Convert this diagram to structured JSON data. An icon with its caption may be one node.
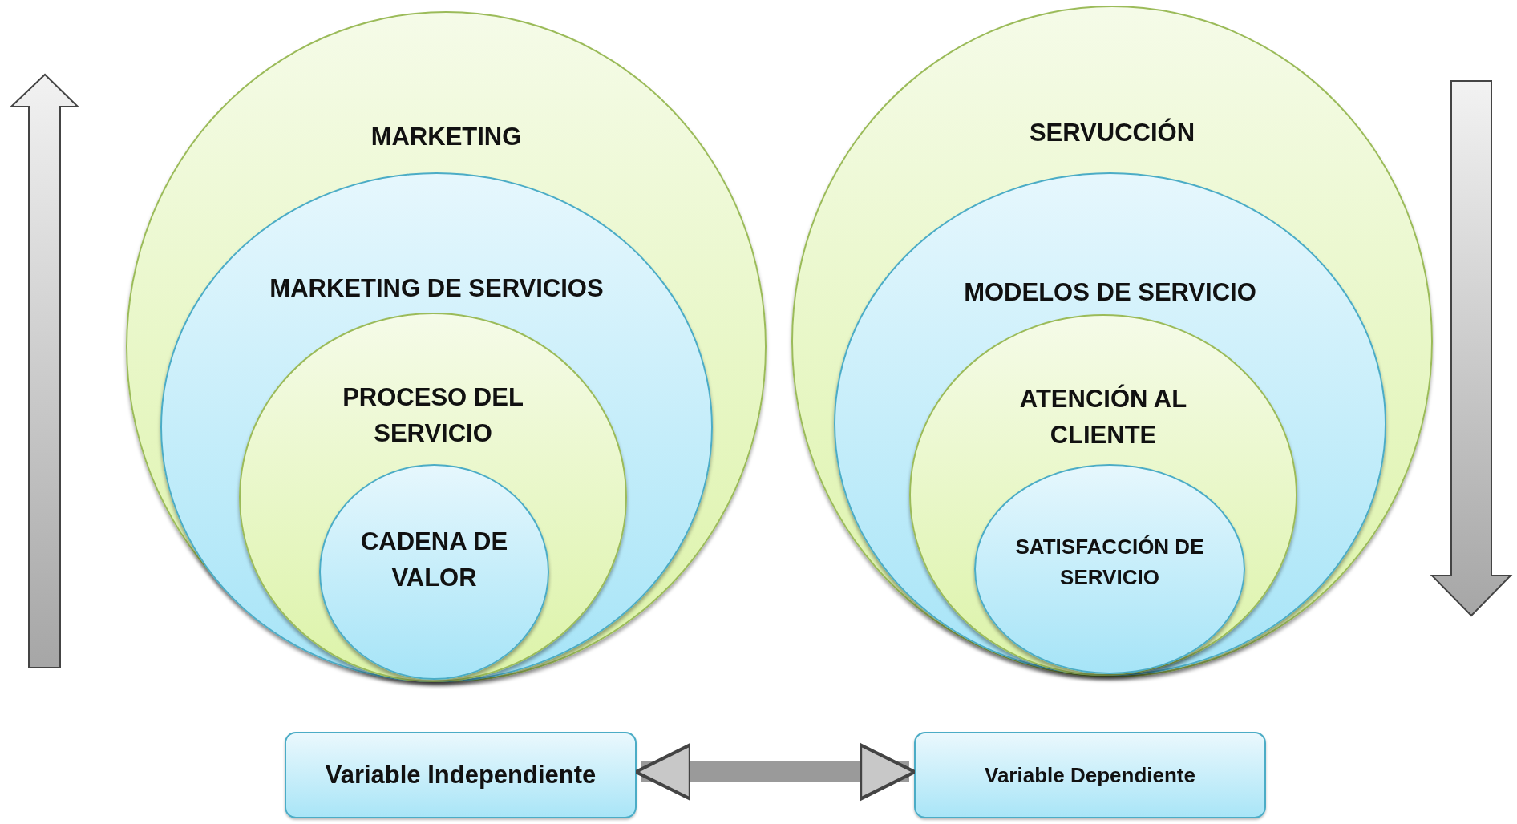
{
  "diagram": {
    "nodes": [
      {
        "text": [
          "MARKETING"
        ]
      },
      {
        "text": [
          "MARKETING DE SERVICIOS"
        ],
        "in": 0
      },
      {
        "text": [
          "PROCESO DEL SERVICIO"
        ],
        "in": 1
      },
      {
        "text": [
          "CADENA DE VALOR"
        ],
        "in": 2
      },
      {
        "text": [
          "SERVUCCIÓN"
        ]
      },
      {
        "text": [
          "MODELOS DE SERVICIO"
        ],
        "in": 4
      },
      {
        "text": [
          "ATENCIÓN AL CLIENTE"
        ],
        "in": 5
      },
      {
        "text": [
          "SATISFACCIÓN DE SERVICIO"
        ],
        "in": 6
      },
      {
        "text": [
          "Variable Independiente"
        ]
      },
      {
        "text": [
          "Variable Dependiente"
        ]
      }
    ],
    "edges": [
      {
        "from": 8,
        "to": 9,
        "arrow": "both"
      }
    ]
  }
}
